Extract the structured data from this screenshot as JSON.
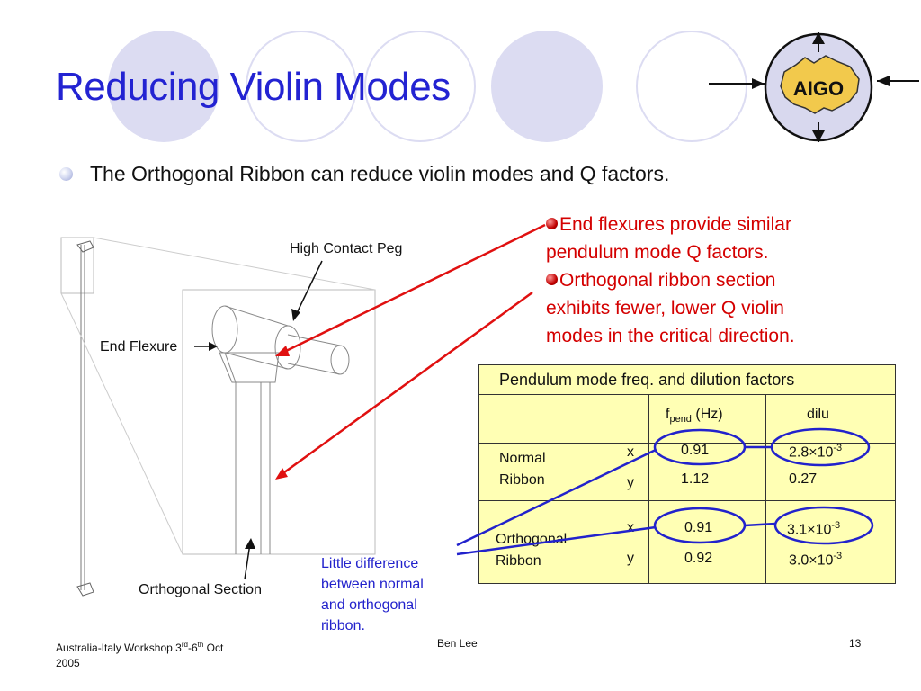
{
  "slide": {
    "title": "Reducing Violin Modes",
    "bullet": "The Orthogonal Ribbon can reduce violin modes and Q factors.",
    "notes": [
      {
        "line1": "End flexures provide similar",
        "line2": "pendulum mode Q factors."
      },
      {
        "line1": "Orthogonal ribbon section",
        "line2": "exhibits fewer, lower Q violin",
        "line3": "modes in the critical direction."
      }
    ],
    "logo_text": "AIGO"
  },
  "diagram": {
    "label_peg": "High Contact Peg",
    "label_flexure": "End Flexure",
    "label_section": "Orthogonal Section"
  },
  "table": {
    "title": "Pendulum mode freq. and dilution factors",
    "col_freq_main": "f",
    "col_freq_sub": "pend",
    "col_freq_unit": " (Hz)",
    "col_dilu": "dilu",
    "rows": [
      {
        "name1": "Normal",
        "name2": "Ribbon",
        "x_label": "x",
        "y_label": "y",
        "f_x": "0.91",
        "f_y": "1.12",
        "d_x_base": "2.8×10",
        "d_x_exp": "-3",
        "d_y": "0.27"
      },
      {
        "name1": "Orthogonal",
        "name2": "Ribbon",
        "x_label": "x",
        "y_label": "y",
        "f_x": "0.91",
        "f_y": "0.92",
        "d_x_base": "3.1×10",
        "d_x_exp": "-3",
        "d_y_base": "3.0×10",
        "d_y_exp": "-3"
      }
    ]
  },
  "annotation": {
    "line1": "Little difference",
    "line2": "between normal",
    "line3": "and orthogonal",
    "line4": "ribbon."
  },
  "footer": {
    "left_pre": "Australia-Italy Workshop 3",
    "left_sup1": "rd",
    "left_mid": "-6",
    "left_sup2": "th",
    "left_post": " Oct",
    "left_year": "2005",
    "center": "Ben Lee",
    "page": "13"
  },
  "colors": {
    "title": "#2323d2",
    "notes": "#d40000",
    "table_bg": "#ffffb4",
    "circles": "#d7d8f0",
    "annotation": "#2222cc",
    "logo_fill": "#f2c94c"
  }
}
